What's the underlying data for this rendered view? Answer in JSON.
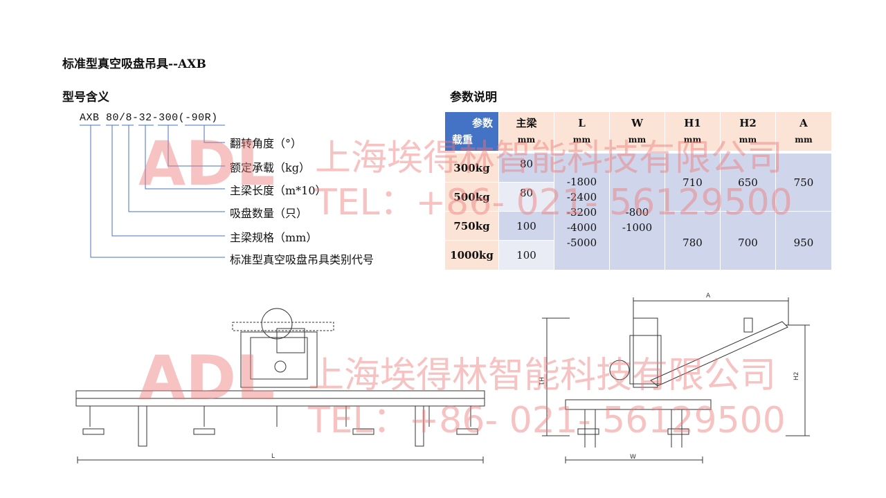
{
  "title": "标准型真空吸盘吊具--AXB",
  "model_section": {
    "heading": "型号含义",
    "code_parts": [
      "AXB",
      "80/",
      "8-",
      "32-",
      "300",
      "(-90R)"
    ],
    "labels": [
      "翻转角度（°）",
      "额定承载（kg）",
      "主梁长度（m*10）",
      "吸盘数量（只）",
      "主梁规格（mm）",
      "标准型真空吸盘吊具类别代号"
    ]
  },
  "params": {
    "heading": "参数说明",
    "corner_top": "参数",
    "corner_bottom": "载重",
    "columns": [
      {
        "name": "主梁",
        "unit": "mm"
      },
      {
        "name": "L",
        "unit": "mm"
      },
      {
        "name": "W",
        "unit": "mm"
      },
      {
        "name": "H1",
        "unit": "mm"
      },
      {
        "name": "H2",
        "unit": "mm"
      },
      {
        "name": "A",
        "unit": "mm"
      }
    ],
    "rows": [
      {
        "load": "300kg",
        "beam": "80"
      },
      {
        "load": "500kg",
        "beam": "80"
      },
      {
        "load": "750kg",
        "beam": "100"
      },
      {
        "load": "1000kg",
        "beam": "100"
      }
    ],
    "L_values": "-1800\n-2400\n-3200\n-4000\n-5000",
    "W_values": "-800\n-1000",
    "group1": {
      "H1": "710",
      "H2": "650",
      "A": "750"
    },
    "group2": {
      "H1": "780",
      "H2": "700",
      "A": "950"
    }
  },
  "drawing": {
    "dim_L": "L",
    "dim_W": "W",
    "dim_A": "A",
    "dim_H1": "H1",
    "dim_H2": "H2"
  },
  "watermark": {
    "logo": "ADL",
    "company": "上海埃得林智能科技有限公司",
    "tel": "TEL：+86- 021- 56129500"
  },
  "colors": {
    "accent": "#4472c4",
    "header": "#fbe4d6",
    "cell": "#cfd5ea",
    "watermark": "#eb7878"
  }
}
